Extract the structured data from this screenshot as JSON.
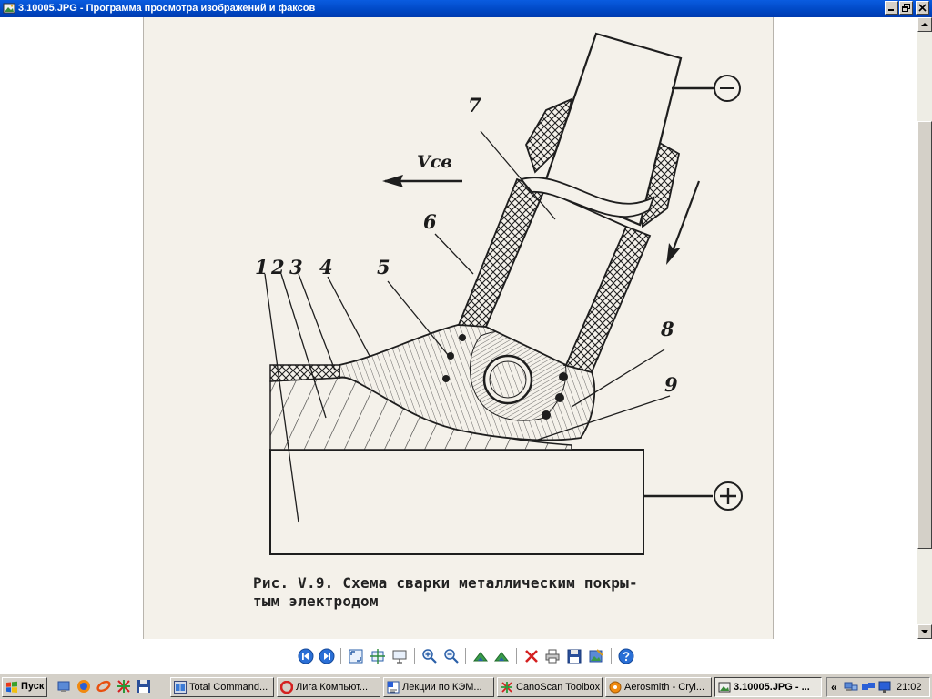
{
  "window": {
    "title": "3.10005.JPG - Программа просмотра изображений и факсов"
  },
  "figure": {
    "labels": [
      "1",
      "2",
      "3",
      "4",
      "5",
      "6",
      "7",
      "8",
      "9"
    ],
    "speed_label": "Vсв",
    "minus": "−",
    "plus": "+",
    "caption_line1": "Рис. V.9. Схема сварки металлическим покры-",
    "caption_line2": "тым электродом"
  },
  "toolbar": {
    "icons": [
      "prev-image-icon",
      "next-image-icon",
      "best-fit-icon",
      "actual-size-icon",
      "slideshow-icon",
      "zoom-in-icon",
      "zoom-out-icon",
      "rotate-clockwise-icon",
      "rotate-counterclockwise-icon",
      "delete-icon",
      "print-icon",
      "save-icon",
      "edit-icon",
      "help-icon"
    ]
  },
  "taskbar": {
    "start_label": "Пуск",
    "tasks": [
      {
        "label": "Total Command...",
        "icon": "total-commander-icon"
      },
      {
        "label": "Лига Компьют...",
        "icon": "opera-icon"
      },
      {
        "label": "Лекции по КЭМ...",
        "icon": "word-document-icon"
      },
      {
        "label": "CanoScan Toolbox",
        "icon": "canoscan-icon"
      },
      {
        "label": "Aerosmith - Cryi...",
        "icon": "media-player-icon"
      },
      {
        "label": "3.10005.JPG - ...",
        "icon": "image-viewer-icon"
      }
    ],
    "tray_chevron": "«",
    "clock": "21:02"
  }
}
